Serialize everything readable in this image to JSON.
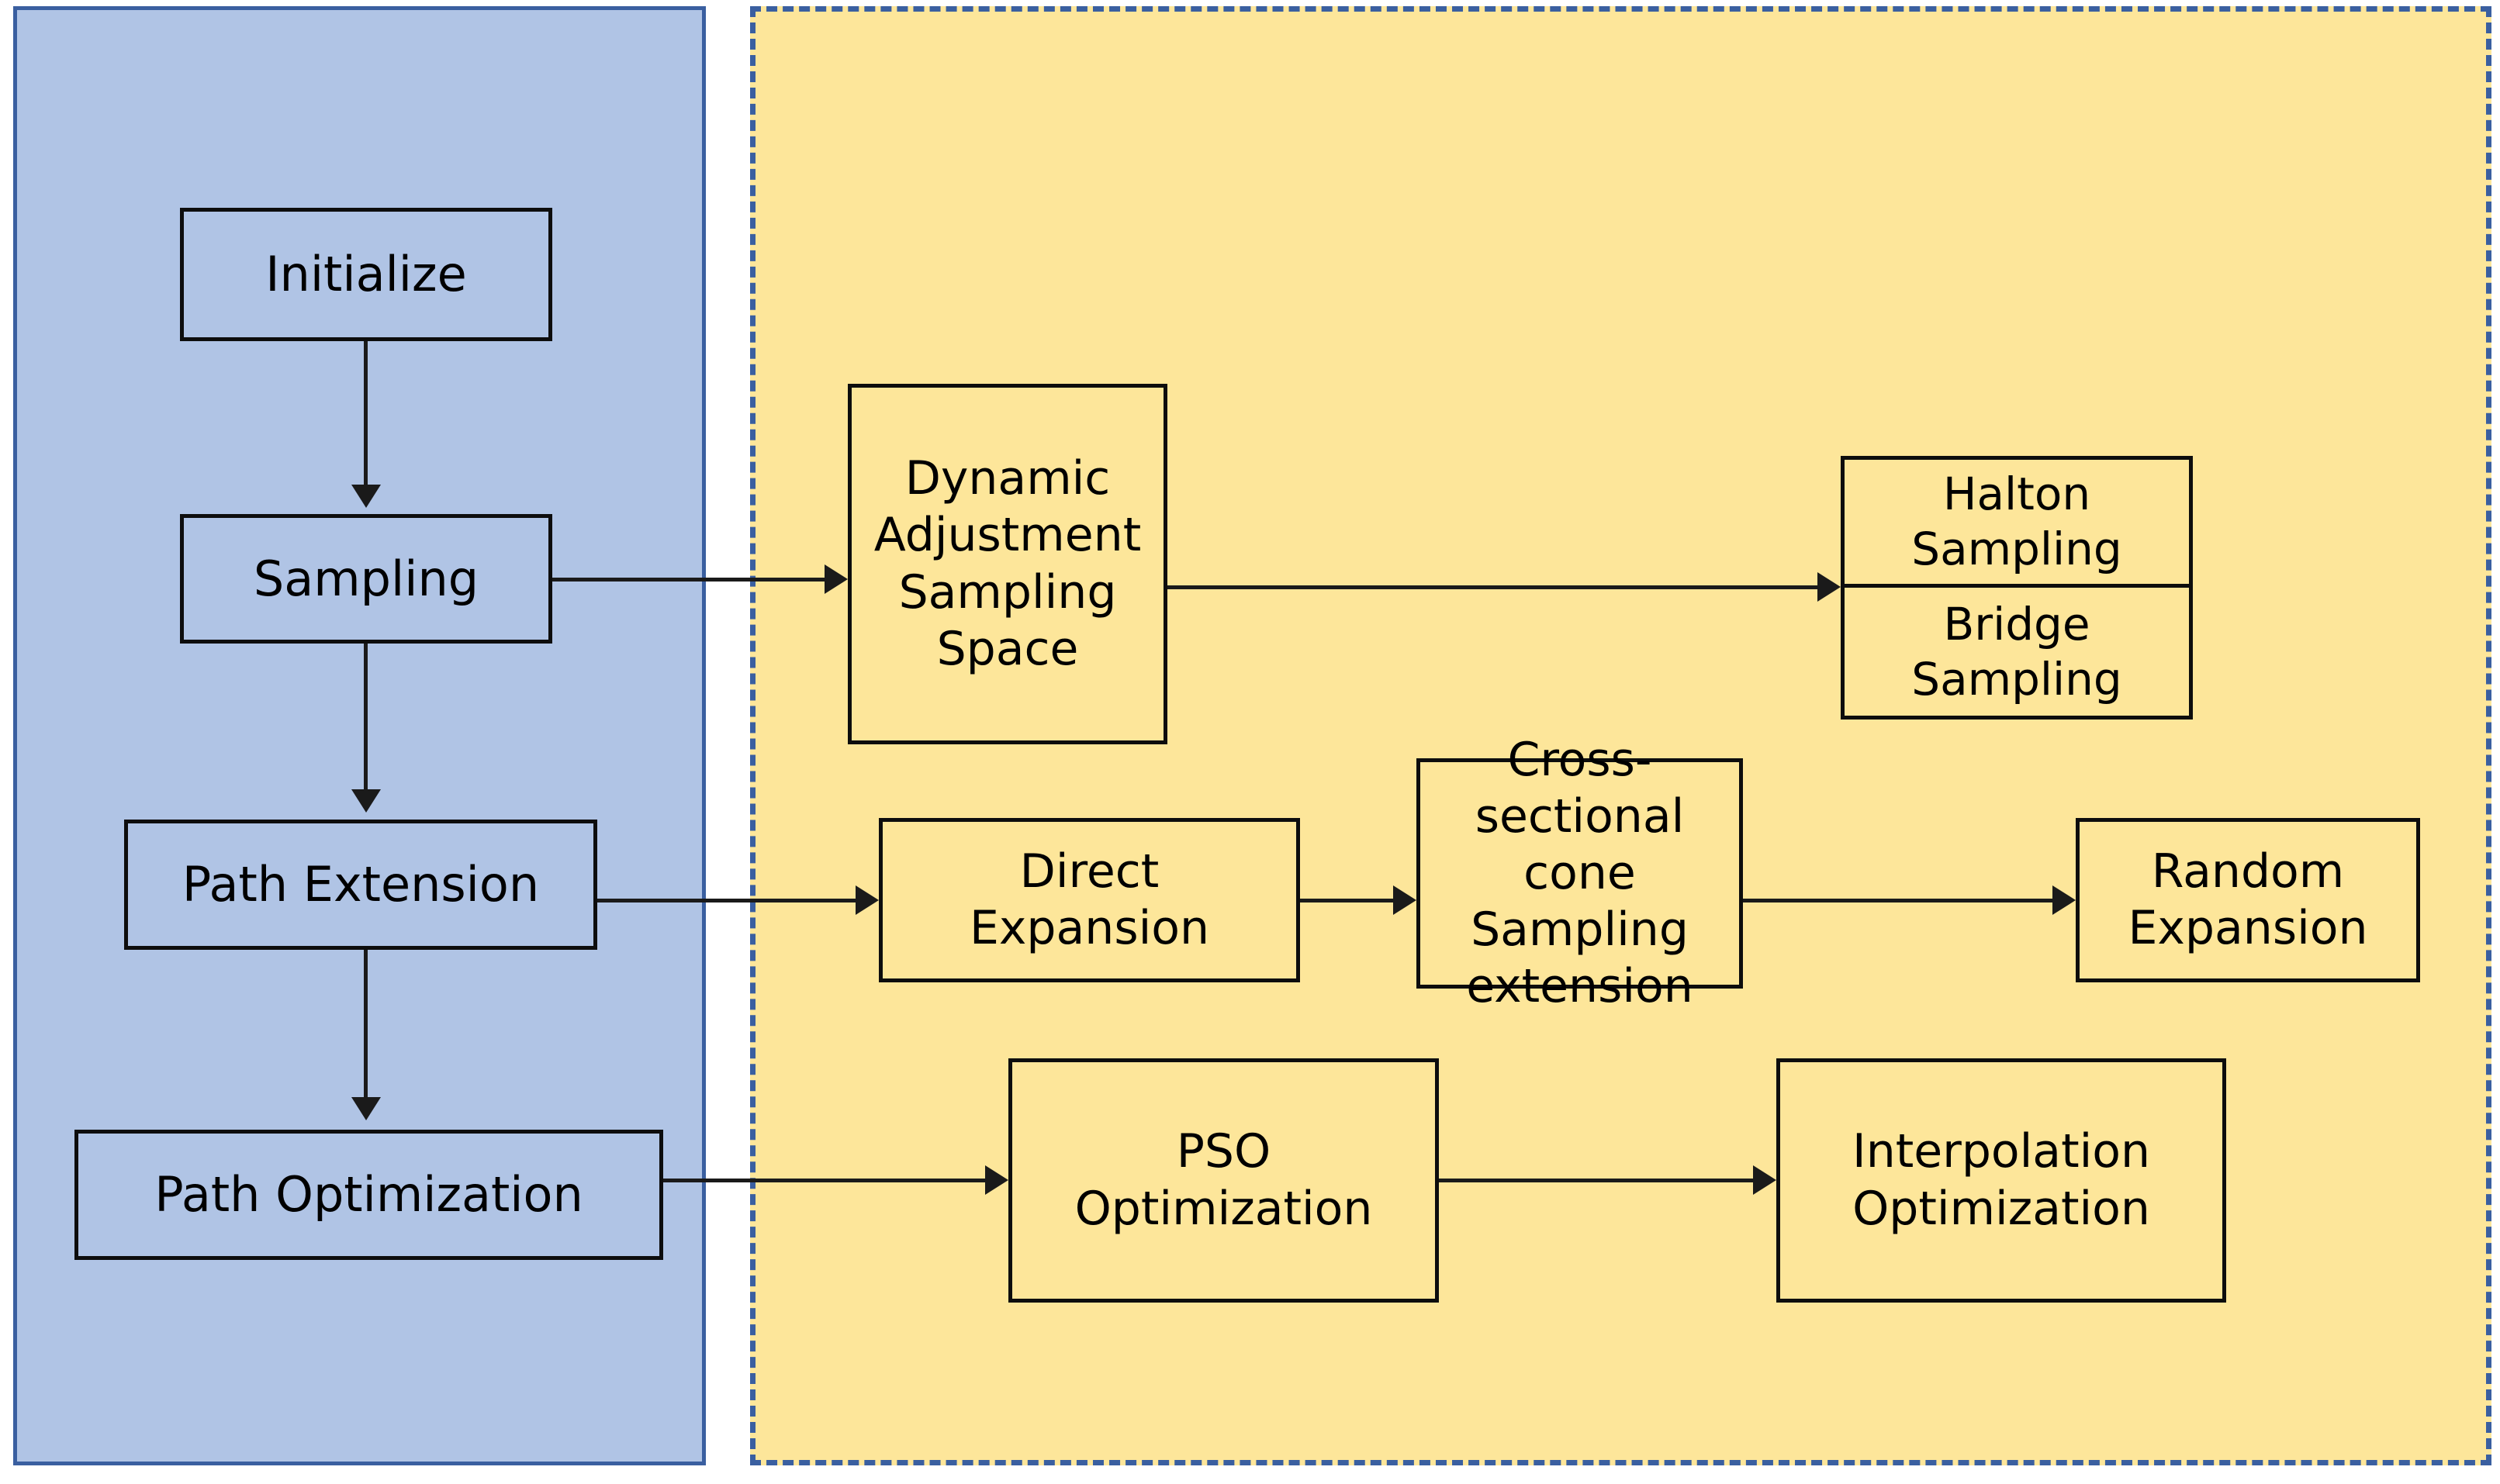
{
  "figure": {
    "type": "flowchart",
    "description": "Two-stage algorithm framework flowchart: a blue main-pipeline panel on the left and a yellow detail panel on the right.",
    "colors": {
      "left_panel_fill": "#b0c4e5",
      "left_panel_border": "#3a5fa0",
      "right_panel_fill": "#fde69a",
      "right_panel_border": "#3a5fa0",
      "node_border": "#0d0d0d",
      "connector": "#1a1a1a"
    }
  },
  "left_panel": {
    "nodes": [
      {
        "id": "initialize",
        "label": "Initialize"
      },
      {
        "id": "sampling",
        "label": "Sampling"
      },
      {
        "id": "path_extension",
        "label": "Path Extension"
      },
      {
        "id": "path_optimization",
        "label": "Path Optimization"
      }
    ]
  },
  "right_panel": {
    "rows": [
      {
        "source": "sampling",
        "nodes": [
          {
            "id": "dynamic_adjustment",
            "line1": "Dynamic Adjustment",
            "line2": "Sampling Space"
          },
          {
            "id": "sampling_methods",
            "line1": "Halton Sampling",
            "line2": "Bridge Sampling"
          }
        ]
      },
      {
        "source": "path_extension",
        "nodes": [
          {
            "id": "direct_expansion",
            "line1": "Direct",
            "line2": "Expansion"
          },
          {
            "id": "cross_sectional",
            "line1": "Cross-sectional",
            "line2": "cone Sampling",
            "line3": "extension"
          },
          {
            "id": "random_expansion",
            "line1": "Random",
            "line2": "Expansion"
          }
        ]
      },
      {
        "source": "path_optimization",
        "nodes": [
          {
            "id": "pso_optimization",
            "line1": "PSO",
            "line2": "Optimization"
          },
          {
            "id": "interpolation_optimization",
            "line1": "Interpolation",
            "line2": "Optimization"
          }
        ]
      }
    ]
  },
  "edges": [
    {
      "from": "initialize",
      "to": "sampling",
      "direction": "down",
      "arrowhead": true
    },
    {
      "from": "sampling",
      "to": "path_extension",
      "direction": "down",
      "arrowhead": true
    },
    {
      "from": "path_extension",
      "to": "path_optimization",
      "direction": "down",
      "arrowhead": true
    },
    {
      "from": "sampling",
      "to": "dynamic_adjustment",
      "direction": "right",
      "arrowhead": true
    },
    {
      "from": "dynamic_adjustment",
      "to": "sampling_methods",
      "direction": "right",
      "arrowhead": true
    },
    {
      "from": "path_extension",
      "to": "direct_expansion",
      "direction": "right",
      "arrowhead": true
    },
    {
      "from": "direct_expansion",
      "to": "cross_sectional",
      "direction": "right",
      "arrowhead": true
    },
    {
      "from": "cross_sectional",
      "to": "random_expansion",
      "direction": "right",
      "arrowhead": true
    },
    {
      "from": "path_optimization",
      "to": "pso_optimization",
      "direction": "right",
      "arrowhead": true
    },
    {
      "from": "pso_optimization",
      "to": "interpolation_optimization",
      "direction": "right",
      "arrowhead": true
    }
  ]
}
